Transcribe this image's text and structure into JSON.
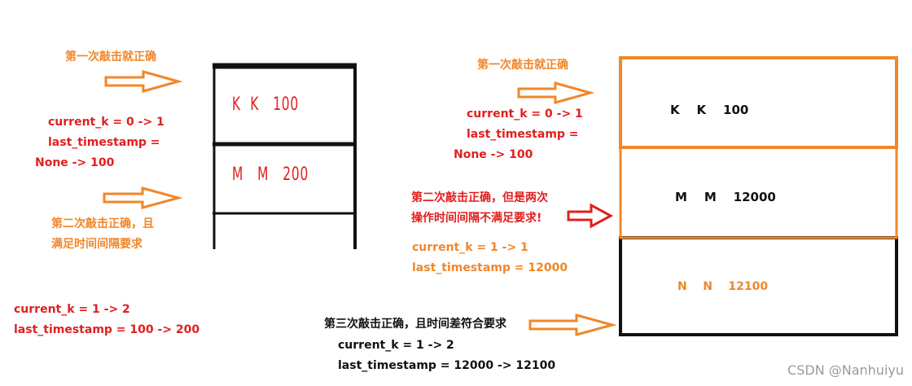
{
  "colors": {
    "orange": "#F0872A",
    "red": "#E0201E",
    "black": "#111111",
    "watermark": "#9a9a9a"
  },
  "left_diagram": {
    "note1": "第一次敲击就正确",
    "state1": {
      "line1": "current_k = 0 -> 1",
      "line2": "last_timestamp =",
      "line3": "None  ->  100"
    },
    "note2_line1": "第二次敲击正确，且",
    "note2_line2": "满足时间间隔要求",
    "state2": {
      "line1": "current_k = 1  ->  2",
      "line2": "last_timestamp = 100  -> 200"
    },
    "cells": [
      "K  K   100",
      "M   M   200",
      ""
    ]
  },
  "right_diagram": {
    "note1": "第一次敲击就正确",
    "state1": {
      "line1": "current_k = 0 -> 1",
      "line2": "last_timestamp =",
      "line3": "None  ->  100"
    },
    "note2_line1": "第二次敲击正确，但是两次",
    "note2_line2": "操作时间间隔不满足要求!",
    "state2": {
      "line1": "current_k = 1 -> 1",
      "line2": "last_timestamp = 12000"
    },
    "note3": "第三次敲击正确，且时间差符合要求",
    "state3": {
      "line1": "current_k = 1 -> 2",
      "line2": "last_timestamp = 12000 -> 12100"
    },
    "cells": [
      "K    K    100",
      "M    M    12000",
      "N    N    12100"
    ]
  },
  "watermark": "CSDN @Nanhuiyu"
}
